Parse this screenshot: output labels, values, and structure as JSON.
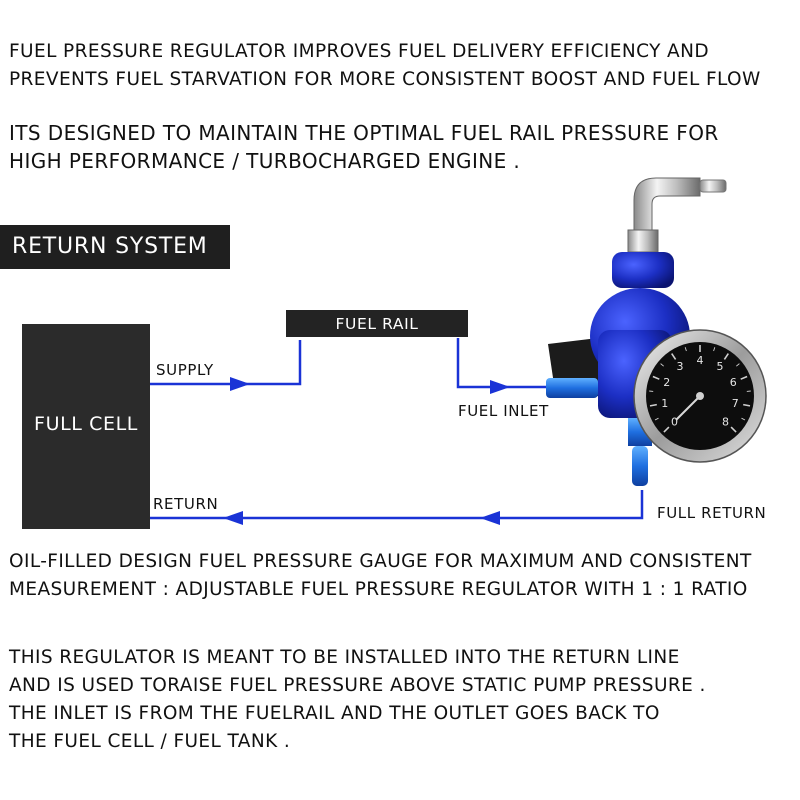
{
  "intro": {
    "line1": "FUEL PRESSURE REGULATOR IMPROVES FUEL DELIVERY EFFICIENCY AND",
    "line2": "PREVENTS FUEL STARVATION FOR MORE CONSISTENT BOOST AND FUEL FLOW"
  },
  "design": {
    "line1": "ITS DESIGNED TO MAINTAIN THE OPTIMAL FUEL RAIL PRESSURE FOR",
    "line2": "HIGH PERFORMANCE / TURBOCHARGED ENGINE ."
  },
  "section_title": "RETURN SYSTEM",
  "diagram": {
    "cell_label": "FULL CELL",
    "rail_label": "FUEL RAIL",
    "supply_label": "SUPPLY",
    "inlet_label": "FUEL INLET",
    "return_label": "RETURN",
    "full_return_label": "FULL RETURN",
    "line_color": "#1a33d6",
    "regulator_color": "#1c2fc4",
    "gauge": {
      "numbers": [
        "0",
        "1",
        "2",
        "3",
        "4",
        "5",
        "6",
        "7",
        "8"
      ]
    }
  },
  "gauge_text": {
    "line1": "OIL-FILLED DESIGN FUEL PRESSURE GAUGE FOR MAXIMUM AND CONSISTENT",
    "line2": "MEASUREMENT : ADJUSTABLE FUEL PRESSURE REGULATOR WITH 1 : 1 RATIO"
  },
  "install_text": {
    "line1": "THIS REGULATOR IS MEANT TO BE INSTALLED INTO THE RETURN LINE",
    "line2": "AND IS USED TORAISE FUEL PRESSURE ABOVE STATIC PUMP PRESSURE .",
    "line3": "THE INLET IS FROM THE FUELRAIL AND THE OUTLET GOES BACK TO",
    "line4": "THE FUEL CELL / FUEL TANK ."
  }
}
